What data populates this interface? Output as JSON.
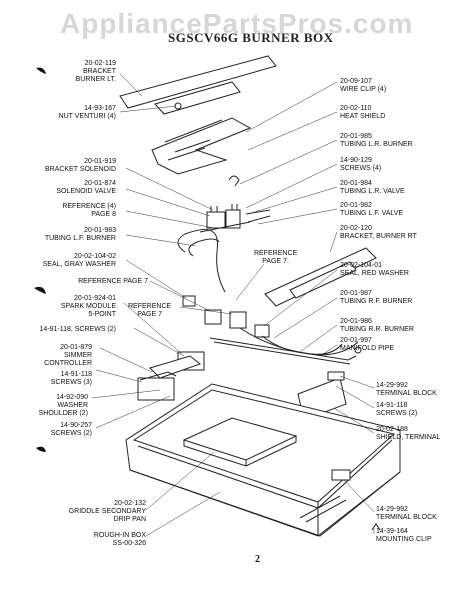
{
  "watermark": "AppliancePartsPros.com",
  "title": "SGSCV66G BURNER BOX",
  "page_number": "2",
  "callouts": {
    "bracket_burner_lt": {
      "part": "20-02-119",
      "name": [
        "BRACKET",
        "BURNER LT."
      ]
    },
    "nut_venturi": {
      "part": "14-93-167",
      "name": [
        "NUT VENTURI (4)"
      ]
    },
    "bracket_solenoid": {
      "part": "20-01-919",
      "name": [
        "BRACKET SOLENOID"
      ]
    },
    "solenoid_valve": {
      "part": "20-01-874",
      "name": [
        "SOLENOID VALVE"
      ]
    },
    "reference_page8": {
      "part": "REFERENCE (4)",
      "name": [
        "PAGE 8"
      ]
    },
    "tubing_lf_burner": {
      "part": "20-01-983",
      "name": [
        "TUBING L.F. BURNER"
      ]
    },
    "seal_gray_washer": {
      "part": "20-02-104-02",
      "name": [
        "SEAL, GRAY WASHER"
      ]
    },
    "reference_page7_a": {
      "part": "REFERENCE PAGE 7",
      "name": []
    },
    "spark_module": {
      "part": "20-01-924-01",
      "name": [
        "SPARK MODULE",
        "5-POINT"
      ]
    },
    "reference_page7_b": {
      "part": "REFERENCE",
      "name": [
        "PAGE 7"
      ]
    },
    "screws_2_left": {
      "part": "14-91-118, SCREWS (2)",
      "name": []
    },
    "simmer_controller": {
      "part": "20-01-879",
      "name": [
        "SIMMER",
        "CONTROLLER"
      ]
    },
    "screws_3": {
      "part": "14-91-118",
      "name": [
        "SCREWS (3)"
      ]
    },
    "washer_shoulder": {
      "part": "14-92-090",
      "name": [
        "WASHER",
        "SHOULDER (2)"
      ]
    },
    "screws_2_b": {
      "part": "14-90-257",
      "name": [
        "SCREWS (2)"
      ]
    },
    "griddle_drip_pan": {
      "part": "20-02-132",
      "name": [
        "GRIDDLE SECONDARY",
        "DRIP PAN"
      ]
    },
    "rough_in_box": {
      "part": "ROUGH-IN BOX",
      "name": [
        "SS-00-326"
      ]
    },
    "wire_clip": {
      "part": "20-09-107",
      "name": [
        "WIRE CLIP (4)"
      ]
    },
    "heat_shield": {
      "part": "20-02-110",
      "name": [
        "HEAT SHIELD"
      ]
    },
    "tubing_lr_burner": {
      "part": "20-01-985",
      "name": [
        "TUBING L.R. BURNER"
      ]
    },
    "screws_4": {
      "part": "14-90-129",
      "name": [
        "SCREWS (4)"
      ]
    },
    "tubing_lr_valve": {
      "part": "20-01-984",
      "name": [
        "TUBING L.R. VALVE"
      ]
    },
    "tubing_lf_valve": {
      "part": "20-01-982",
      "name": [
        "TUBING L.F. VALVE"
      ]
    },
    "bracket_burner_rt": {
      "part": "20-02-120",
      "name": [
        "BRACKET, BURNER RT"
      ]
    },
    "reference_page7_c": {
      "part": "REFERENCE",
      "name": [
        "PAGE 7."
      ]
    },
    "seal_red_washer": {
      "part": "20-02-104-01",
      "name": [
        "SEAL, RED WASHER"
      ]
    },
    "tubing_rf_burner": {
      "part": "20-01-987",
      "name": [
        "TUBING R.F. BURNER"
      ]
    },
    "tubing_rr_burner": {
      "part": "20-01-986",
      "name": [
        "TUBING R.R. BURNER"
      ]
    },
    "manifold_pipe": {
      "part": "20-01-997",
      "name": [
        "MANIFOLD PIPE"
      ]
    },
    "terminal_block_top": {
      "part": "14-29-992",
      "name": [
        "TERMINAL BLOCK"
      ]
    },
    "screws_2_right": {
      "part": "14-91-118",
      "name": [
        "SCREWS (2)"
      ]
    },
    "shield_terminal": {
      "part": "20-02-188",
      "name": [
        "SHIELD, TERMINAL"
      ]
    },
    "terminal_block_bottom": {
      "part": "14-29-992",
      "name": [
        "TERMINAL BLOCK"
      ]
    },
    "mounting_clip": {
      "part": "14-39-164",
      "name": [
        "MOUNTING CLIP"
      ]
    }
  }
}
